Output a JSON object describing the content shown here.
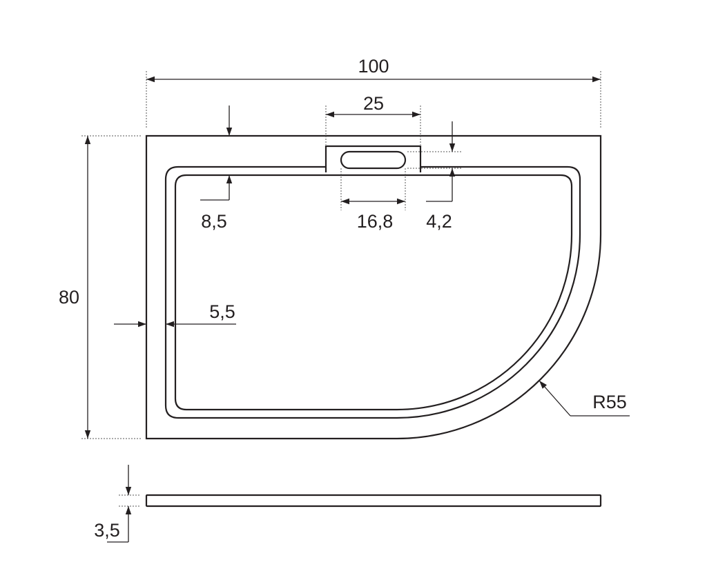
{
  "drawing": {
    "dimensions": {
      "overall_width": "100",
      "overall_depth": "80",
      "drain_housing_width": "25",
      "rim_to_channel": "8,5",
      "drain_slot_width": "16,8",
      "drain_offset": "4,2",
      "side_rim_width": "5,5",
      "corner_radius": "R55",
      "tray_height": "3,5"
    },
    "line_color": "#231f20"
  }
}
